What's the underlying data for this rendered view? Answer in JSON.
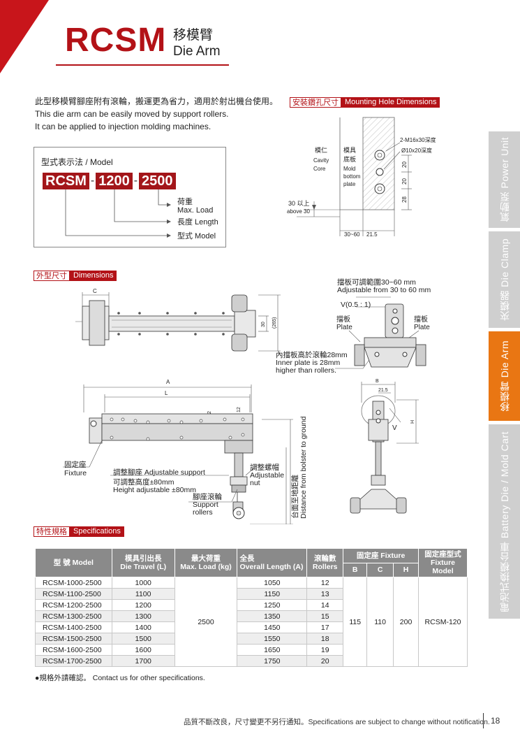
{
  "header": {
    "model": "RCSM",
    "title_cn": "移模臂",
    "title_en": "Die Arm"
  },
  "intro": {
    "line_cn": "此型移模臂腳座附有滾輪，搬運更為省力，適用於射出機台使用。",
    "line_en1": "This die arm can be easily moved by support rollers.",
    "line_en2": "It can be applied to injection molding machines."
  },
  "model_box": {
    "title": "型式表示法 / Model",
    "code_parts": [
      "RCSM",
      "1200",
      "2500"
    ],
    "separator": "-",
    "legend": [
      {
        "cn": "荷重",
        "en": "Max. Load"
      },
      {
        "label": "長度 Length"
      },
      {
        "label": "型式 Model"
      }
    ]
  },
  "mounting": {
    "label_cn": "安裝鑽孔尺寸",
    "label_en": "Mounting Hole Dimensions",
    "cavity_cn": "模仁",
    "cavity_en1": "Cavity",
    "cavity_en2": "Core",
    "plate_cn": "模具",
    "plate_cn2": "底板",
    "plate_en1": "Mold",
    "plate_en2": "bottom",
    "plate_en3": "plate",
    "hole1": "2-M16x30深度",
    "hole2": "Ø10x20深度",
    "above_cn": "30 以上",
    "above_en": "above 30",
    "dim_bottom1": "30~60",
    "dim_bottom2": "21.5",
    "dim_v1": "20",
    "dim_v2": "20",
    "dim_v3": "28"
  },
  "dimensions": {
    "label_cn": "外型尺寸",
    "label_en": "Dimensions",
    "dim_c": "C",
    "dim_30": "30",
    "dim_265": "(265)",
    "dim_a": "A",
    "dim_l": "L",
    "dim_2": "2",
    "dim_12": "12",
    "dim_b": "B",
    "dim_215": "21.5",
    "dim_h": "H",
    "dim_v": "V",
    "adjustable_cn": "擋板可調範圍30~60 mm",
    "adjustable_en": "Adjustable from 30 to 60 mm",
    "v_scale": "V(0.5 : 1)",
    "plate_left_cn": "擋板",
    "plate_left_en": "Plate",
    "plate_right_cn": "擋板",
    "plate_right_en": "Plate",
    "inner_cn": "內擋板高於滾輪28mm",
    "inner_en1": "Inner plate is 28mm",
    "inner_en2": "higher than rollers.",
    "fixture_cn": "固定座",
    "fixture_en": "Fixture",
    "support_cn": "調整腳座 Adjustable support",
    "height_cn": "可調整高度±80mm",
    "height_en": "Height adjustable ±80mm",
    "nut_cn": "調整螺帽",
    "nut_en1": "Adjustable",
    "nut_en2": "nut",
    "roller_cn": "腳座滾輪",
    "roller_en1": "Support",
    "roller_en2": "rollers",
    "ground_cn": "台面至地距離",
    "ground_en": "Distance from bolster to ground"
  },
  "specs": {
    "label_cn": "特性規格",
    "label_en": "Specifications",
    "headers": {
      "model_cn": "型 號",
      "model_en": "Model",
      "travel_cn": "模具引出長",
      "travel_en": "Die Travel (L)",
      "load_cn": "最大荷重",
      "load_en": "Max. Load (kg)",
      "length_cn": "全長",
      "length_en": "Overall Length (A)",
      "rollers_cn": "滾輪數",
      "rollers_en": "Rollers",
      "fixture": "固定座 Fixture",
      "b": "B",
      "c": "C",
      "h": "H",
      "fmodel_cn": "固定座型式",
      "fmodel_en": "Fixture Model"
    },
    "rows": [
      {
        "model": "RCSM-1000-2500",
        "travel": "1000",
        "length": "1050",
        "rollers": "12"
      },
      {
        "model": "RCSM-1100-2500",
        "travel": "1100",
        "length": "1150",
        "rollers": "13"
      },
      {
        "model": "RCSM-1200-2500",
        "travel": "1200",
        "length": "1250",
        "rollers": "14"
      },
      {
        "model": "RCSM-1300-2500",
        "travel": "1300",
        "length": "1350",
        "rollers": "15"
      },
      {
        "model": "RCSM-1400-2500",
        "travel": "1400",
        "length": "1450",
        "rollers": "17"
      },
      {
        "model": "RCSM-1500-2500",
        "travel": "1500",
        "length": "1550",
        "rollers": "18"
      },
      {
        "model": "RCSM-1600-2500",
        "travel": "1600",
        "length": "1650",
        "rollers": "19"
      },
      {
        "model": "RCSM-1700-2500",
        "travel": "1700",
        "length": "1750",
        "rollers": "20"
      }
    ],
    "shared": {
      "load": "2500",
      "b": "115",
      "c": "110",
      "h": "200",
      "fixture_model": "RCSM-120"
    },
    "note": "●規格外請確認。 Contact us for other specifications."
  },
  "side_tabs": [
    {
      "label": "氣動泵 Power Unit",
      "active": false
    },
    {
      "label": "夾模器 Die Clamp",
      "active": false
    },
    {
      "label": "移模臂 Die Arm",
      "active": true
    },
    {
      "label": "電池式換模台車 Battery Die / Mold Cart",
      "active": false
    }
  ],
  "footer": {
    "text": "品質不斷改良，尺寸變更不另行通知。Specifications are subject to change without notification.",
    "page": "18"
  },
  "colors": {
    "brand_red": "#b31217",
    "tab_active": "#e97613",
    "tab_inactive": "#cfcfcf",
    "table_header": "#8a8a8a"
  }
}
